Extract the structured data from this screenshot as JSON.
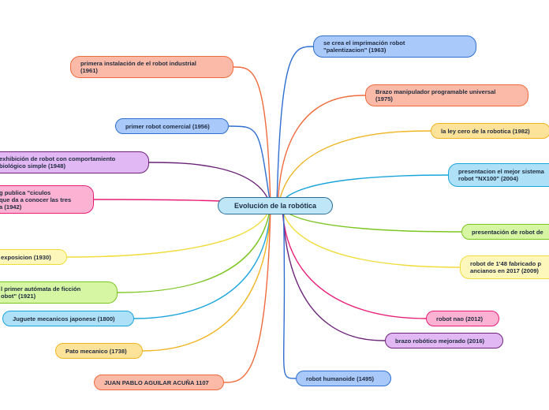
{
  "center": {
    "label": "Evolución de la robótica"
  },
  "right": [
    {
      "label": "se crea el imprimación robot\n\"palentizacion\" (1963)",
      "color": "#2f6fd2",
      "fill": "#a9c9fb"
    },
    {
      "label": "Brazo manipulador programable universal\n(1975)",
      "color": "#f06b3c",
      "fill": "#fbbaa7"
    },
    {
      "label": "la ley cero de la robotica (1982)",
      "color": "#f0b420",
      "fill": "#fde29a"
    },
    {
      "label": "presentacion el mejor sistema\nrobot \"NX100\" (2004)",
      "color": "#1aa4dc",
      "fill": "#aee1f7"
    },
    {
      "label": "presentación de robot de",
      "color": "#7cc520",
      "fill": "#d6f6a3"
    },
    {
      "label": "robot de 1'48 fabricado p\nancianos en 2017 (2009)",
      "color": "#f0dc3a",
      "fill": "#fdf7bb"
    },
    {
      "label": "robot nao (2012)",
      "color": "#e81e78",
      "fill": "#fbb2d3"
    },
    {
      "label": "brazo robótico mejorado (2016)",
      "color": "#6b2378",
      "fill": "#e2b8f4"
    },
    {
      "label": "robot humanoide (1495)",
      "color": "#2f6fd2",
      "fill": "#a9c9fb"
    }
  ],
  "left": [
    {
      "label": "primera instalación de el robot industrial\n(1961)",
      "color": "#f06b3c",
      "fill": "#fbbaa7"
    },
    {
      "label": "primer robot comercial (1956)",
      "color": "#2f6fd2",
      "fill": "#a9c9fb"
    },
    {
      "label": "exhibición de robot con comportamiento\nbiológico simple (1948)",
      "color": "#6b2378",
      "fill": "#e2b8f4"
    },
    {
      "label": "g publica \"ciculos\nque da a conocer las tres\na (1942)",
      "color": "#e81e78",
      "fill": "#fbb2d3"
    },
    {
      "label": "exposicion (1930)",
      "color": "#f0dc3a",
      "fill": "#fdf7bb"
    },
    {
      "label": "l primer autómata de ficción\nobot\" (1921)",
      "color": "#7cc520",
      "fill": "#d6f6a3"
    },
    {
      "label": "Juguete mecanicos japonese (1800)",
      "color": "#1aa4dc",
      "fill": "#aee1f7"
    },
    {
      "label": "Pato mecanico (1738)",
      "color": "#f0b420",
      "fill": "#fde29a"
    },
    {
      "label": "JUAN PABLO AGUILAR ACUÑA 1107",
      "color": "#f06b3c",
      "fill": "#fbbaa7"
    }
  ]
}
